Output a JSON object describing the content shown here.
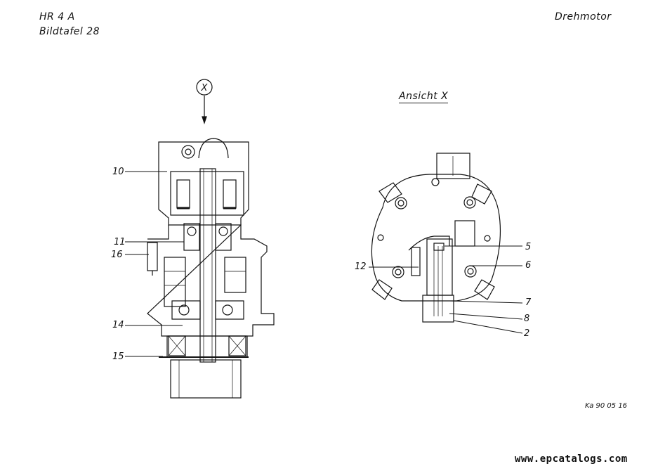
{
  "header": {
    "model": "HR 4 A",
    "plate": "Bildtafel 28",
    "title": "Drehmotor"
  },
  "view": {
    "marker": "X",
    "title": "Ansicht X"
  },
  "callouts": [
    "10",
    "11",
    "16",
    "14",
    "15",
    "5",
    "6",
    "12",
    "7",
    "8",
    "2"
  ],
  "doc_ref": "Ka 90 05 16",
  "watermark": "www.epcatalogs.com"
}
